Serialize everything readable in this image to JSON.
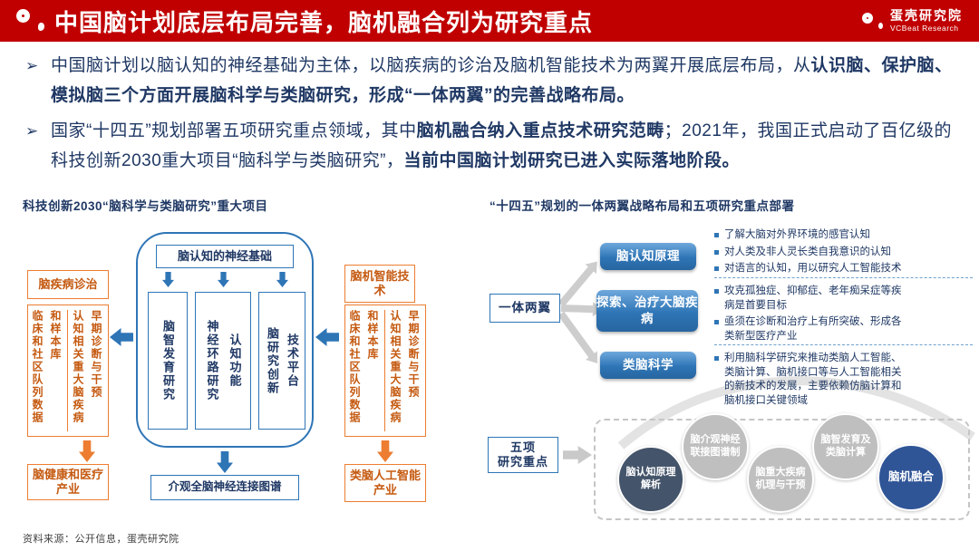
{
  "header": {
    "title": "中国脑计划底层布局完善，脑机融合列为研究重点",
    "brand_name": "蛋壳研究院",
    "brand_sub": "VCBeat Research"
  },
  "bullets": {
    "b1": {
      "s1": "中国脑计划以脑认知的神经基础为主体，以脑疾病的诊治及脑机智能技术为两翼开展底层布局，从",
      "s2": "认识脑、保护脑、模拟脑三个方面开展脑科学与类脑研究，形成“一体两翼”的完善战略布局。"
    },
    "b2": {
      "s1": "国家“十四五”规划部署五项研究重点领域，其中",
      "s2": "脑机融合纳入重点技术研究范畴",
      "s3": "；2021年，我国正式启动了百亿级的科技创新2030重大项目“脑科学与类脑研究”，",
      "s4": "当前中国脑计划研究已进入实际落地阶段。"
    }
  },
  "left_diagram": {
    "title": "科技创新2030“脑科学与类脑研究”重大项目",
    "left_top": "脑疾病诊治",
    "left_cell1": "临床和社区队列数据和样本库",
    "left_cell2": "认知相关重大脑疾病早期诊断与干预",
    "left_bottom": "脑健康和医疗产业",
    "center_top": "脑认知的神经基础",
    "pillar1": "脑智发育研究",
    "pillar2a": "神经环路研究",
    "pillar2b": "认知功能",
    "pillar3": "脑研究创新技术平台",
    "bottom_box": "介观全脑神经连接图谱",
    "right_top": "脑机智能技术",
    "right_cell1": "临床和社区队列数据和样本库",
    "right_cell2": "认知相关重大脑疾病早期诊断与干预",
    "right_bottom": "类脑人工智能产业"
  },
  "right_diagram": {
    "title": "“十四五”规划的一体两翼战略布局和五项研究重点部署",
    "wing_label": "一体两翼",
    "btn1": "脑认知原理",
    "btn2": "探索、治疗大脑疾病",
    "btn3": "类脑科学",
    "g1p1": "了解大脑对外界环境的感官认知",
    "g1p2": "对人类及非人灵长类自我意识的认知",
    "g1p3": "对语言的认知，用以研究人工智能技术",
    "g2p1": "攻克孤独症、抑郁症、老年痴呆症等疾病是首要目标",
    "g2p2": "亟须在诊断和治疗上有所突破、形成各类新型医疗产业",
    "g3p1": "利用脑科学研究来推动类脑人工智能、类脑计算、脑机接口等与人工智能相关的新技术的发展，主要依赖仿脑计算和脑机接口关键领域",
    "five_label": "五项\n研究重点",
    "c1": "脑认知原理解析",
    "c2": "脑介观神经联接图谱制",
    "c3": "脑重大疾病机理与干预",
    "c4": "脑智发育及类脑计算",
    "c5": "脑机融合"
  },
  "footer": {
    "source": "资料来源：公开信息，蛋壳研究院"
  },
  "colors": {
    "header_red": "#C00000",
    "navy_text": "#1F3864",
    "blue_accent": "#2E75B6",
    "orange_accent": "#ED7D31",
    "orange_text": "#C55A11",
    "circle_dark": "#44546A",
    "circle_gray": "#BFBFBF",
    "circle_blue": "#2F5597",
    "connector_gray": "#CDCDCD"
  }
}
